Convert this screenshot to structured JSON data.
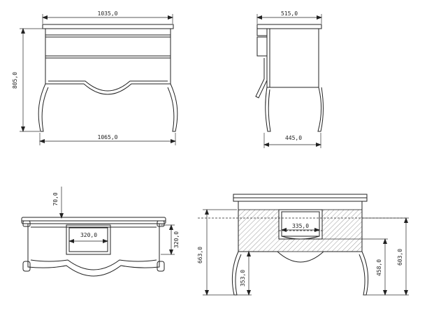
{
  "views": {
    "front": {
      "width_top": "1035,0",
      "height": "805,0",
      "width_bottom": "1065,0"
    },
    "side": {
      "depth_top": "515,0",
      "depth_bottom": "445,0"
    },
    "plan": {
      "offset": "70,0",
      "drawer_width": "320,0",
      "drawer_depth": "320,0"
    },
    "section": {
      "opening_width": "335,0",
      "total_height": "663,0",
      "leg_height": "353,0",
      "drawer_bottom": "458,0",
      "drawer_top": "603,0"
    }
  }
}
